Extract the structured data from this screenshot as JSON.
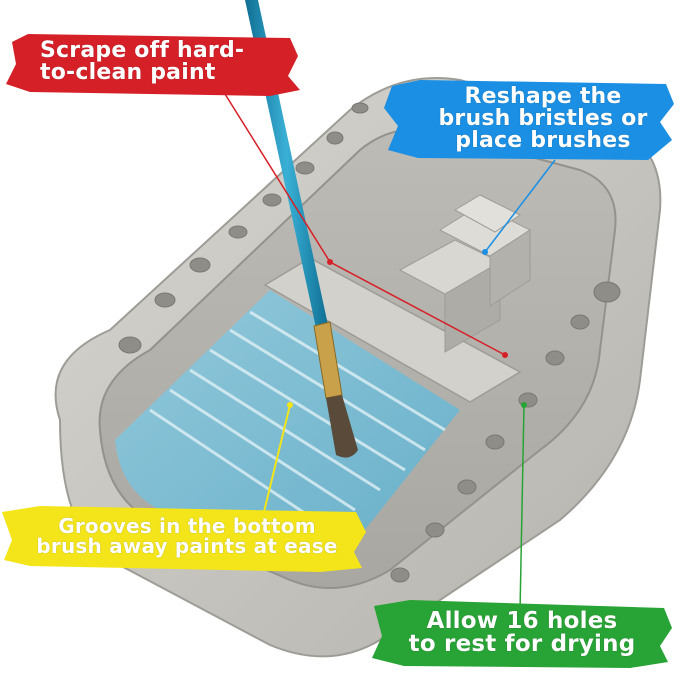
{
  "annotations": {
    "scrape": {
      "line1": "Scrape off hard-",
      "line2": "to-clean paint"
    },
    "reshape": {
      "line1": "Reshape the",
      "line2": "brush bristles or",
      "line3": "place brushes"
    },
    "grooves": {
      "line1": "Grooves in the bottom",
      "line2": "brush away paints at ease"
    },
    "holes": {
      "line1": "Allow 16 holes",
      "line2": "to rest for drying"
    }
  },
  "colors": {
    "red_banner": "#d62028",
    "blue_banner": "#1a8fe3",
    "yellow_banner": "#f3e51a",
    "green_banner": "#28a335",
    "tray": "#c9c7c1",
    "water": "#7fc4d9",
    "brush_handle": "#1f8fb7"
  }
}
